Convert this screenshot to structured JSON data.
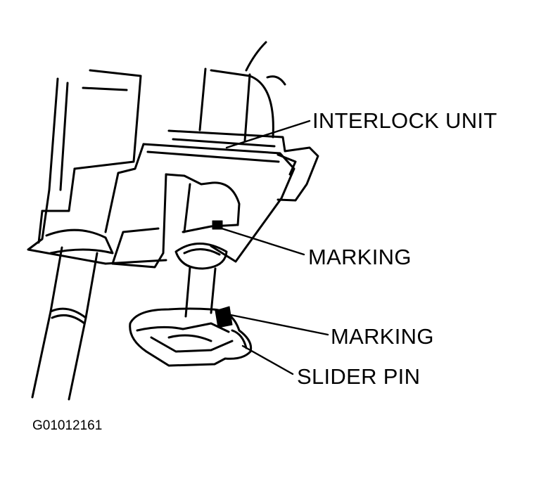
{
  "labels": {
    "interlock_unit": "INTERLOCK UNIT",
    "marking_upper": "MARKING",
    "marking_lower": "MARKING",
    "slider_pin": "SLIDER PIN"
  },
  "figure_id": "G01012161"
}
